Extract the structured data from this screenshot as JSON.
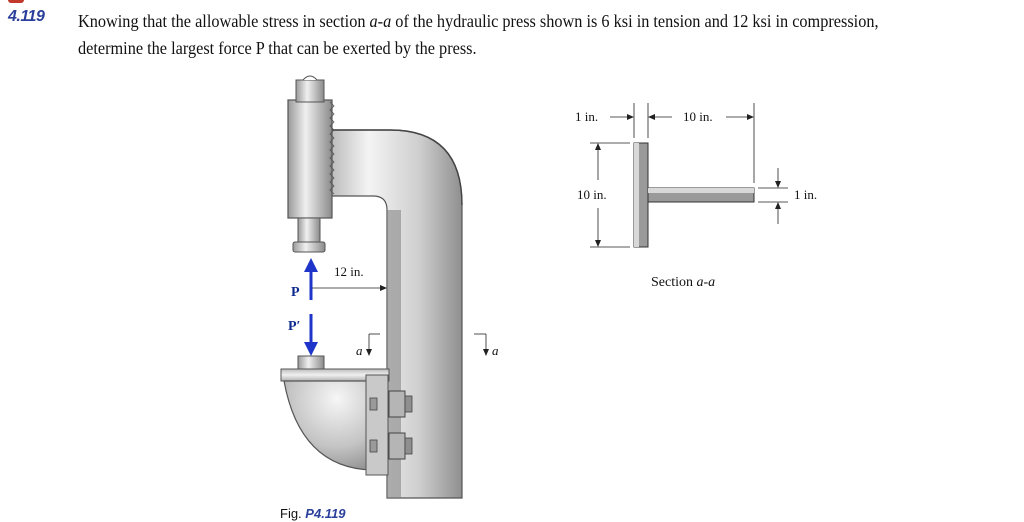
{
  "problem": {
    "number": "4.119",
    "line1_pre": "Knowing that the allowable stress in section ",
    "line1_section": "a-a",
    "line1_post": " of the hydraulic press shown is 6 ksi in tension and 12 ksi in compression,",
    "line2": "determine the largest force P that can be exerted by the press."
  },
  "figure": {
    "caption_prefix": "Fig. ",
    "caption_num": "P4.119",
    "dim_12in": "12 in.",
    "load_P": "P",
    "load_Pprime": "P′",
    "section_mark": "a"
  },
  "section_view": {
    "dim_top_left": "1 in.",
    "dim_top_right": "10 in.",
    "dim_height": "10 in.",
    "dim_flange": "1 in.",
    "title_pre": "Section ",
    "title_ital": "a-a"
  },
  "colors": {
    "problem_number": "#2a3f9a",
    "load_arrow": "#1f35c9",
    "steel_light": "#e6e6e6",
    "steel_dark": "#8c8c8c"
  }
}
